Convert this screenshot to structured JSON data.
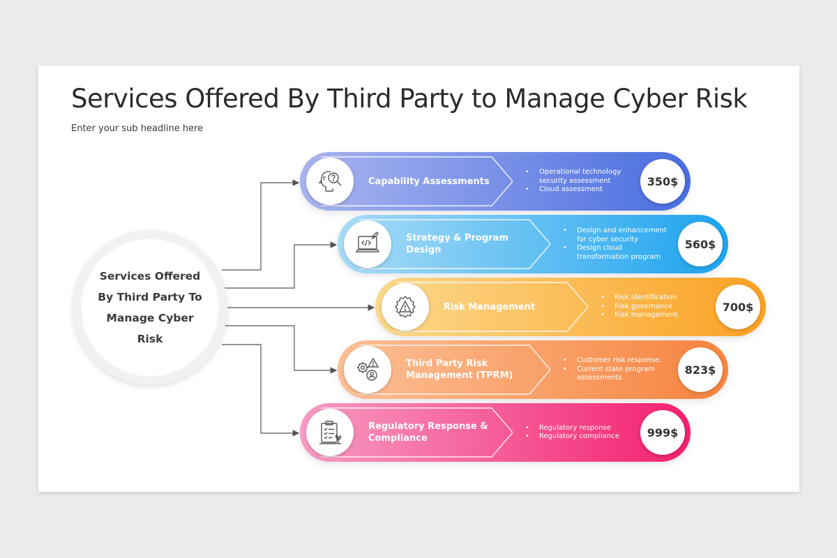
{
  "slide": {
    "title": "Services Offered By Third Party to Manage Cyber Risk",
    "subtitle": "Enter your sub headline here"
  },
  "hub": {
    "text": "Services Offered By Third Party To Manage Cyber Risk"
  },
  "services": [
    {
      "title": "Capability Assessments",
      "bullets": [
        "Operational technology security assessment",
        "Cloud assessment"
      ],
      "price": "350$",
      "icon": "head-magnifier-question-icon",
      "colors": {
        "from": "#a9b4ef",
        "to": "#4a6ee0"
      }
    },
    {
      "title": "Strategy & Program Design",
      "bullets": [
        "Design and enhancement for cyber security",
        "Design cloud transformation program"
      ],
      "price": "560$",
      "icon": "laptop-code-icon",
      "colors": {
        "from": "#a8dcf7",
        "to": "#1ea3ee"
      }
    },
    {
      "title": "Risk Management",
      "bullets": [
        "Risk identification",
        "Risk governance",
        "Risk management"
      ],
      "price": "700$",
      "icon": "gear-warning-icon",
      "colors": {
        "from": "#fbd98d",
        "to": "#fba123"
      }
    },
    {
      "title": "Third Party Risk Management (TPRM)",
      "bullets": [
        "Customer risk response.",
        "Current state program assessments"
      ],
      "price": "823$",
      "icon": "gears-warning-user-icon",
      "colors": {
        "from": "#fcbf96",
        "to": "#f6843f"
      }
    },
    {
      "title": "Regulatory Response & Compliance",
      "bullets": [
        "Regulatory response",
        "Regulatory compliance"
      ],
      "price": "999$",
      "icon": "clipboard-checklist-icon",
      "colors": {
        "from": "#f69bc3",
        "to": "#f4206f"
      }
    }
  ]
}
